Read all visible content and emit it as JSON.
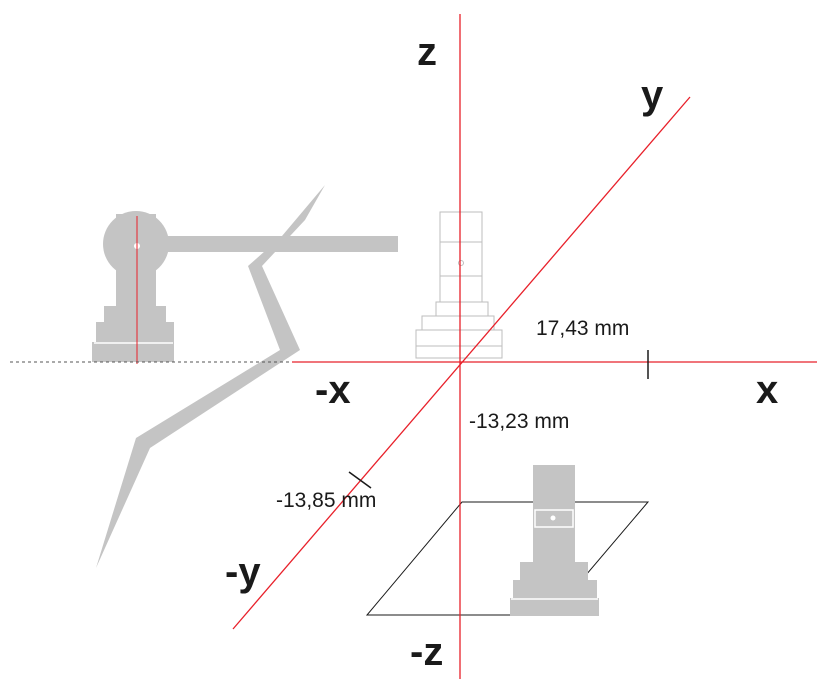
{
  "axes": {
    "z_pos": "z",
    "z_neg": "-z",
    "y_pos": "y",
    "y_neg": "-y",
    "x_pos": "x",
    "x_neg": "-x"
  },
  "measurements": {
    "x_offset": "17,43 mm",
    "z_offset": "-13,23 mm",
    "y_offset": "-13,85 mm"
  },
  "colors": {
    "axis": "#e8202a",
    "part_fill": "#c4c4c4",
    "part_dark": "#a9a9a9",
    "outline": "#1a1a1a",
    "ghost_outline": "#bdbdbd"
  }
}
